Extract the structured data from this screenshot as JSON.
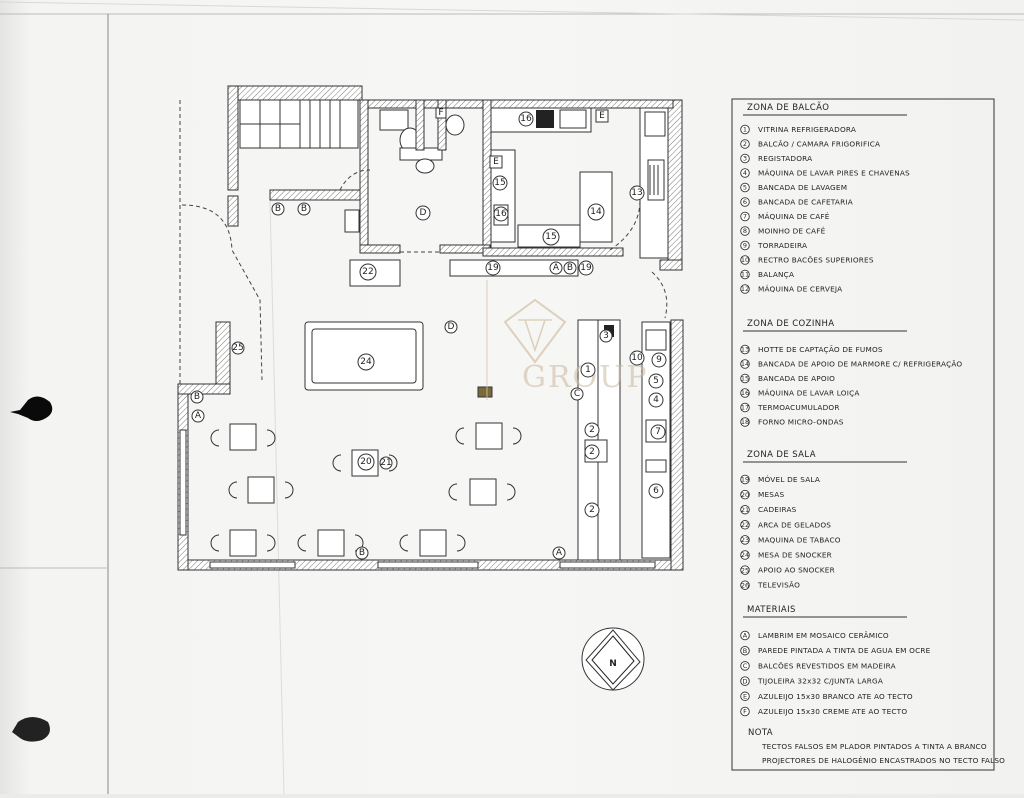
{
  "floorplan": {
    "watermark": "GROUP",
    "compass_letter": "N",
    "room_markers": {
      "d_hall": "D",
      "d_wc": "D",
      "e_kitchen": "E",
      "e_top": "E",
      "f_top": "F",
      "c_counter": "C",
      "a_left": "A",
      "a_bottom": "A",
      "a_divider": "A",
      "b_left": "B",
      "b_divider": "B",
      "b_bottom": "B",
      "b_stair": "B",
      "b_stair2": "B"
    },
    "item_numbers": {
      "n1": "1",
      "n2a": "2",
      "n2b": "2",
      "n2c": "2",
      "n3": "3",
      "n4": "4",
      "n5": "5",
      "n6": "6",
      "n7": "7",
      "n9": "9",
      "n10": "10",
      "n13": "13",
      "n14": "14",
      "n15a": "15",
      "n15b": "15",
      "n16a": "16",
      "n16b": "16",
      "n19a": "19",
      "n19b": "19",
      "n20": "20",
      "n21": "21",
      "n22": "22",
      "n24": "24",
      "n25": "25"
    }
  },
  "legend": {
    "sections": [
      {
        "title": "ZONA DE BALCÃO",
        "items": [
          {
            "key": "1",
            "text": "VITRINA REFRIGERADORA"
          },
          {
            "key": "2",
            "text": "BALCÃO / CAMARA FRIGORIFICA"
          },
          {
            "key": "3",
            "text": "REGISTADORA"
          },
          {
            "key": "4",
            "text": "MÁQUINA DE LAVAR PIRES E CHAVENAS"
          },
          {
            "key": "5",
            "text": "BANCADA DE LAVAGEM"
          },
          {
            "key": "6",
            "text": "BANCADA DE CAFETARIA"
          },
          {
            "key": "7",
            "text": "MÁQUINA DE CAFÉ"
          },
          {
            "key": "8",
            "text": "MOINHO DE CAFÉ"
          },
          {
            "key": "9",
            "text": "TORRADEIRA"
          },
          {
            "key": "10",
            "text": "RECTRO BACÕES SUPERIORES"
          },
          {
            "key": "11",
            "text": "BALANÇA"
          },
          {
            "key": "12",
            "text": "MÁQUINA DE CERVEJA"
          }
        ]
      },
      {
        "title": "ZONA DE COZINHA",
        "items": [
          {
            "key": "13",
            "text": "HOTTE DE CAPTAÇÃO DE FUMOS"
          },
          {
            "key": "14",
            "text": "BANCADA DE APOIO DE MARMORE C/ REFRIGERAÇÃO"
          },
          {
            "key": "15",
            "text": "BANCADA DE APOIO"
          },
          {
            "key": "16",
            "text": "MÁQUINA DE LAVAR LOIÇA"
          },
          {
            "key": "17",
            "text": "TERMOACUMULADOR"
          },
          {
            "key": "18",
            "text": "FORNO MICRO-ONDAS"
          }
        ]
      },
      {
        "title": "ZONA DE SALA",
        "items": [
          {
            "key": "19",
            "text": "MÓVEL DE SALA"
          },
          {
            "key": "20",
            "text": "MESAS"
          },
          {
            "key": "21",
            "text": "CADEIRAS"
          },
          {
            "key": "22",
            "text": "ARCA DE GELADOS"
          },
          {
            "key": "23",
            "text": "MAQUINA DE TABACO"
          },
          {
            "key": "24",
            "text": "MESA DE SNOCKER"
          },
          {
            "key": "25",
            "text": "APOIO AO SNOCKER"
          },
          {
            "key": "26",
            "text": "TELEVISÃO"
          }
        ]
      },
      {
        "title": "MATERIAIS",
        "items": [
          {
            "key": "A",
            "text": "LAMBRIM EM MOSAICO CERÂMICO"
          },
          {
            "key": "B",
            "text": "PAREDE PINTADA A TINTA DE AGUA EM OCRE"
          },
          {
            "key": "C",
            "text": "BALCÕES REVESTIDOS EM MADEIRA"
          },
          {
            "key": "D",
            "text": "TIJOLEIRA 32x32 C/JUNTA LARGA"
          },
          {
            "key": "E",
            "text": "AZULEIJO 15x30 BRANCO ATE AO TECTO"
          },
          {
            "key": "F",
            "text": "AZULEIJO 15x30 CREME ATE AO TECTO"
          }
        ]
      }
    ],
    "nota_title": "NOTA",
    "nota_lines": [
      "TECTOS FALSOS EM PLADOR PINTADOS A TINTA A BRANCO",
      "PROJECTORES DE HALOGÉNIO ENCASTRADOS NO TECTO FALSO"
    ]
  }
}
